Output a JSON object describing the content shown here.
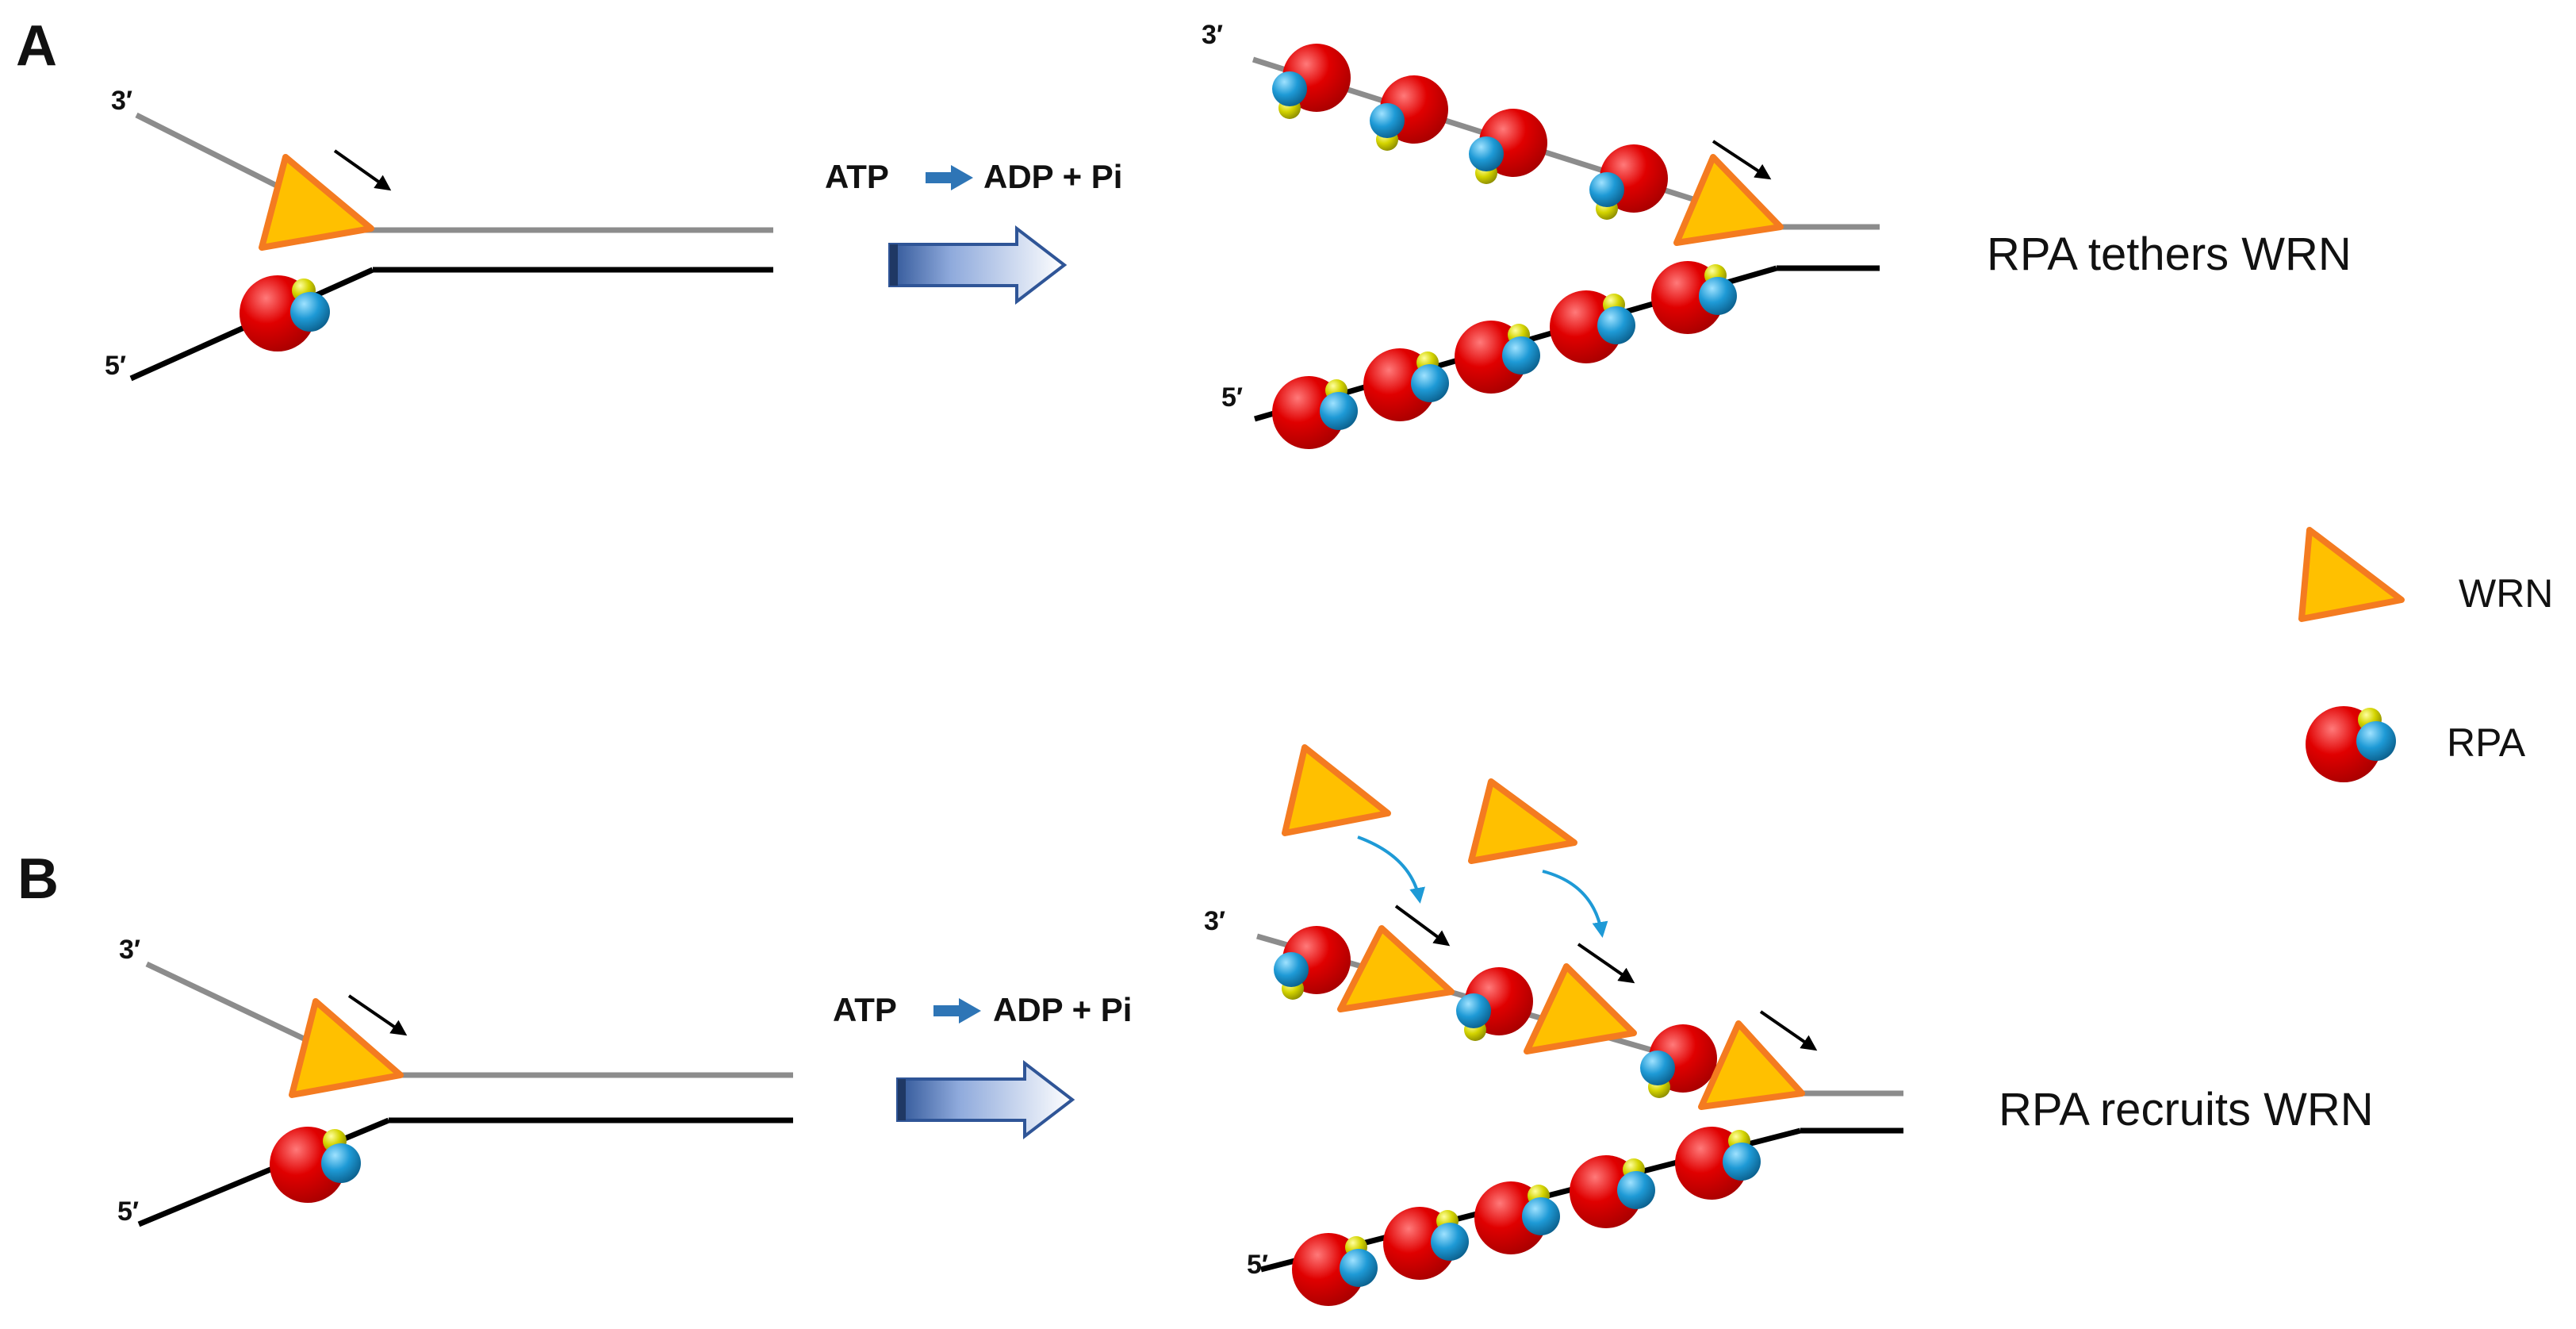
{
  "panels": {
    "a": {
      "letter": "A",
      "three_prime": "3′",
      "five_prime": "5′",
      "after_three_prime": "3′",
      "after_five_prime": "5′",
      "reaction_left": "ATP",
      "reaction_right": "ADP + Pi",
      "caption": "RPA tethers WRN"
    },
    "b": {
      "letter": "B",
      "three_prime": "3′",
      "five_prime": "5′",
      "after_three_prime": "3′",
      "after_five_prime": "5′",
      "reaction_left": "ATP",
      "reaction_right": "ADP + Pi",
      "caption": "RPA recruits WRN"
    }
  },
  "legend": {
    "wrn_label": "WRN",
    "rpa_label": "RPA"
  },
  "colors": {
    "top_strand": "#8c8c8c",
    "bottom_strand": "#000000",
    "wrn_fill": "#ffc000",
    "wrn_stroke": "#f47b20",
    "rpa_red": "#e00000",
    "rpa_blue": "#1e9ad6",
    "rpa_yellow": "#d4d400",
    "reaction_arrow": "#2e75b6",
    "big_arrow_start": "#2f5597",
    "big_arrow_end": "#ffffff",
    "recruit_arrow": "#1e9ad6"
  },
  "icons": {
    "wrn": "orange-triangle",
    "rpa": "red-sphere-with-blue-and-yellow-subunits"
  }
}
